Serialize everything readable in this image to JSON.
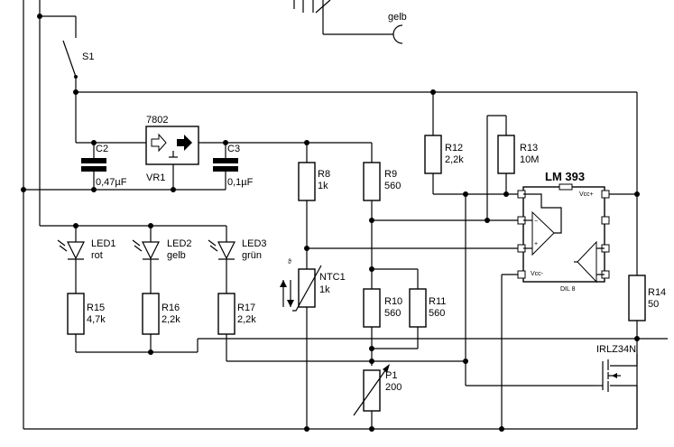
{
  "components": {
    "s1": "S1",
    "c2": {
      "name": "C2",
      "value": "0,47µF"
    },
    "c3": {
      "name": "C3",
      "value": "0,1µF"
    },
    "vr1": {
      "type": "7802",
      "name": "VR1"
    },
    "r8": {
      "name": "R8",
      "value": "1k"
    },
    "r9": {
      "name": "R9",
      "value": "560"
    },
    "r10": {
      "name": "R10",
      "value": "560"
    },
    "r11": {
      "name": "R11",
      "value": "560"
    },
    "r12": {
      "name": "R12",
      "value": "2,2k"
    },
    "r13": {
      "name": "R13",
      "value": "10M"
    },
    "r14": {
      "name": "R14",
      "value": "50"
    },
    "r15": {
      "name": "R15",
      "value": "4,7k"
    },
    "r16": {
      "name": "R16",
      "value": "2,2k"
    },
    "r17": {
      "name": "R17",
      "value": "2,2k"
    },
    "ntc1": {
      "name": "NTC1",
      "value": "1k"
    },
    "p1": {
      "name": "P1",
      "value": "200"
    },
    "led1": {
      "name": "LED1",
      "color": "rot"
    },
    "led2": {
      "name": "LED2",
      "color": "gelb"
    },
    "led3": {
      "name": "LED3",
      "color": "grün"
    },
    "ic": {
      "name": "LM 393",
      "package": "DIL 8",
      "vcc_plus": "Vcc+",
      "vcc_minus": "Vcc-"
    },
    "mosfet": "IRLZ34N"
  },
  "top_connector_label": "gelb"
}
